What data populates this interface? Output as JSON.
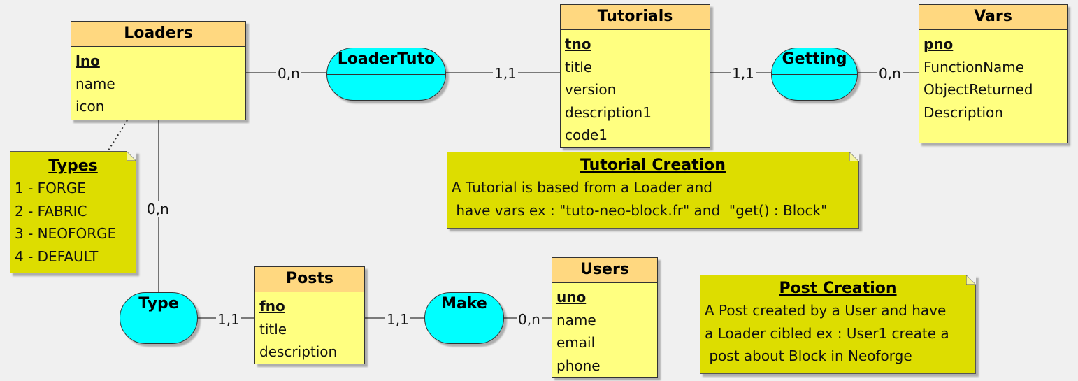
{
  "entities": {
    "loaders": {
      "name": "Loaders",
      "key": "lno",
      "attrs": [
        "name",
        "icon"
      ]
    },
    "tutorials": {
      "name": "Tutorials",
      "key": "tno",
      "attrs": [
        "title",
        "version",
        "description1",
        "code1"
      ]
    },
    "vars": {
      "name": "Vars",
      "key": "pno",
      "attrs": [
        "FunctionName",
        "ObjectReturned",
        "Description"
      ]
    },
    "posts": {
      "name": "Posts",
      "key": "fno",
      "attrs": [
        "title",
        "description"
      ]
    },
    "users": {
      "name": "Users",
      "key": "uno",
      "attrs": [
        "name",
        "email",
        "phone"
      ]
    }
  },
  "relations": {
    "loadertuto": "LoaderTuto",
    "getting": "Getting",
    "type": "Type",
    "make": "Make"
  },
  "cardinalities": {
    "loaders_loadertuto": "0,n",
    "tutorials_loadertuto": "1,1",
    "tutorials_getting": "1,1",
    "vars_getting": "0,n",
    "loaders_type": "0,n",
    "posts_type": "1,1",
    "posts_make": "1,1",
    "users_make": "0,n"
  },
  "notes": {
    "types": {
      "title": "Types",
      "lines": [
        "1 - FORGE",
        "2 - FABRIC",
        "3 - NEOFORGE",
        "4 - DEFAULT"
      ]
    },
    "tutorial_creation": {
      "title": "Tutorial Creation",
      "lines": [
        "A Tutorial is based from a Loader and",
        " have vars ex : \"tuto-neo-block.fr\" and  \"get() : Block\""
      ]
    },
    "post_creation": {
      "title": "Post Creation",
      "lines": [
        "A Post created by a User and have",
        "a Loader cibled ex : User1 create a",
        " post about Block in Neoforge"
      ]
    }
  },
  "colors": {
    "entity_body": "#ffff80",
    "entity_header": "#ffd880",
    "relation": "#00ffff",
    "note": "#dddd00",
    "background": "#f0f0f0"
  }
}
